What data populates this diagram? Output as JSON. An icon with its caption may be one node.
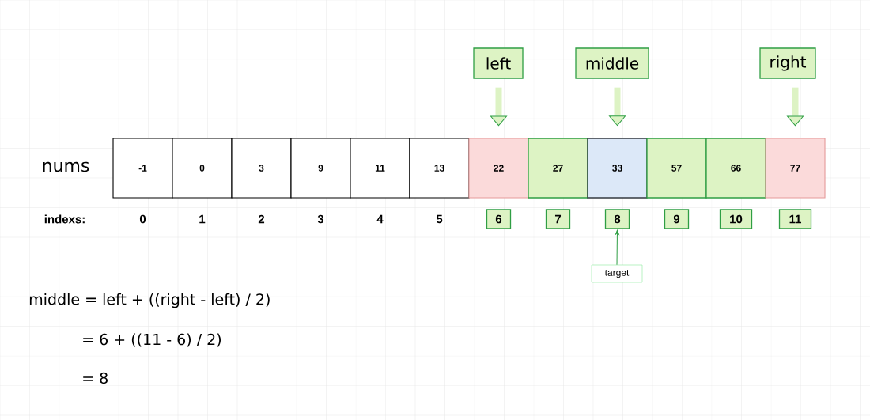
{
  "diagram": {
    "nodes": [
      {
        "text": [
          "left"
        ]
      },
      {
        "text": [
          "middle"
        ]
      },
      {
        "text": [
          "right"
        ]
      },
      {
        "text": [
          "-1"
        ]
      },
      {
        "text": [
          "0"
        ]
      },
      {
        "text": [
          "3"
        ]
      },
      {
        "text": [
          "9"
        ]
      },
      {
        "text": [
          "11"
        ]
      },
      {
        "text": [
          "13"
        ]
      },
      {
        "text": [
          "22"
        ]
      },
      {
        "text": [
          "27"
        ]
      },
      {
        "text": [
          "33"
        ]
      },
      {
        "text": [
          "57"
        ]
      },
      {
        "text": [
          "66"
        ]
      },
      {
        "text": [
          "77"
        ]
      },
      {
        "text": [
          "6"
        ]
      },
      {
        "text": [
          "7"
        ]
      },
      {
        "text": [
          "8"
        ]
      },
      {
        "text": [
          "9"
        ]
      },
      {
        "text": [
          "10"
        ]
      },
      {
        "text": [
          "11"
        ]
      },
      {
        "text": [
          "target"
        ]
      }
    ],
    "edges": [
      {
        "from": 0,
        "to": 9,
        "arrow": "to"
      },
      {
        "from": 1,
        "to": 11,
        "arrow": "to"
      },
      {
        "from": 2,
        "to": 14,
        "arrow": "to"
      },
      {
        "from": 21,
        "to": 17,
        "arrow": "to",
        "color": "#2f9e44"
      }
    ],
    "labels": [
      "nums",
      "indexs:",
      "0",
      "1",
      "2",
      "3",
      "4",
      "5",
      "middle = left + ((right - left) / 2)",
      "= 6 + ((11 - 6) / 2)",
      "= 8"
    ]
  }
}
